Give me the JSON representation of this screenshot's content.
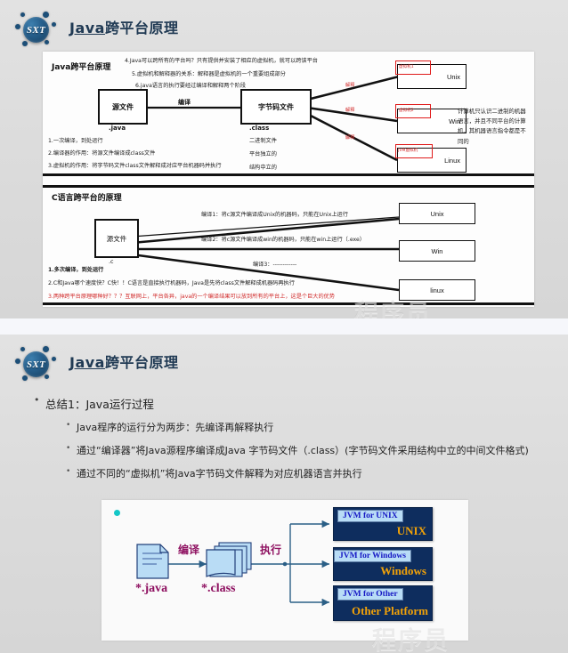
{
  "brand": {
    "logo_text": "SXT",
    "accent": "#203a54"
  },
  "slide1": {
    "title_underlined": "Java",
    "title_rest": "跨平台原理",
    "diagram": {
      "section1_title": "Java跨平台原理",
      "top_notes": [
        "4.Java可以跨所有的平台吗？只有提供并安装了相应的虚拟机，就可以跨该平台",
        "5.虚拟机和解释器的关系：解释器是虚拟机的一个重要组成部分",
        "6.java语言的执行要经过编译和解释两个阶段"
      ],
      "source_box": "源文件",
      "source_ext": ".java",
      "compile_label": "编译",
      "bytecode_box": "字节码文件",
      "bytecode_ext": ".class",
      "bytecode_notes": [
        "二进制文件",
        "平台独立的",
        "结构中立的"
      ],
      "interpret_label": "解释",
      "vm_targets": [
        {
          "red_tag": "虚拟机1",
          "platform": "Unix"
        },
        {
          "red_tag": "虚拟机2",
          "platform": "Win"
        },
        {
          "red_tag": "JVM虚拟机",
          "platform": "Linux"
        }
      ],
      "side_paragraph": "计算机只认识二进制的机器语言，并且不同平台的计算机，其机器语言指令都是不同的",
      "bottom_notes": [
        "1.一次编译，到处运行",
        "2.编译器的作用：将源文件编译成class文件",
        "3.虚拟机的作用：将字节码文件class文件解释成对应平台机器码并执行"
      ],
      "section2_title": "C语言跨平台的原理",
      "c_source_box": "源文件",
      "c_source_ext": ".c",
      "c_compile_notes": [
        "编译1：将c源文件编译成Unix的机器码，只能在Unix上运行",
        "编译2：将c源文件编译成win的机器码，只能在win上运行（.exe）",
        "编译3：------------"
      ],
      "c_targets": [
        "Unix",
        "Win",
        "linux"
      ],
      "c_bottom_notes": [
        "1.多次编译，到处运行",
        "2.C和Java哪个速度快？C快！！C语言是直接执行机器码，Java是先将class文件解释成机器码再执行",
        "3.两种跨平台原理哪种好？？？互联网上，平台各异，java的一个编译结果可以放到所有的平台上，这是个巨大的优势"
      ]
    }
  },
  "slide2": {
    "title_underlined": "Java",
    "title_rest": "跨平台原理",
    "bullets": {
      "level1": "总结1：Java运行过程",
      "level2": [
        "Java程序的运行分为两步：先编译再解释执行",
        "通过“编译器”将Java源程序编译成Java 字节码文件（.class）(字节码文件采用结构中立的中间文件格式)",
        "通过不同的“虚拟机”将Java字节码文件解释为对应机器语言并执行"
      ]
    },
    "diagram": {
      "source_label": "*.java",
      "class_label": "*.class",
      "compile_label": "编译",
      "execute_label": "执行",
      "platforms": [
        {
          "jvm": "JVM for UNIX",
          "name": "UNIX"
        },
        {
          "jvm": "JVM for Windows",
          "name": "Windows"
        },
        {
          "jvm": "JVM for Other",
          "name": "Other Platform"
        }
      ],
      "colors": {
        "box_bg": "#0e2d5e",
        "jvm_tag_bg": "#b8dcf6",
        "platform_text": "#f2a208",
        "label_text": "#8e1060"
      }
    }
  },
  "watermark": {
    "text": "程序员"
  }
}
